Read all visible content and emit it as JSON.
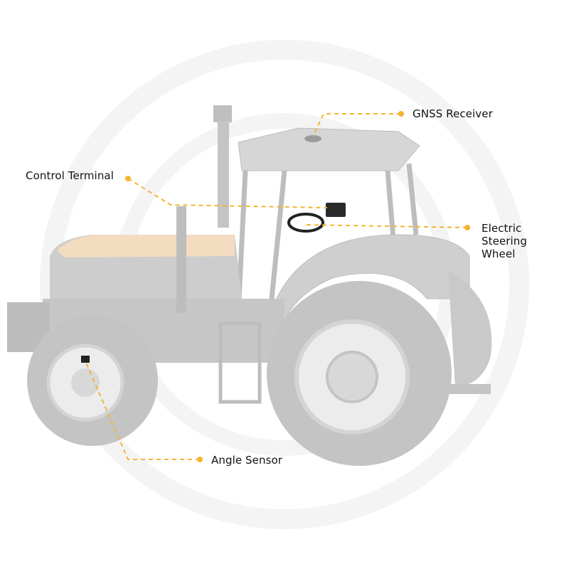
{
  "colors": {
    "accent": "#f5b431",
    "tractor_body": "#c9c9c9",
    "hood": "#f3dcc0",
    "watermark": "#f3f3f3"
  },
  "labels": {
    "gnss": "GNSS Receiver",
    "control_terminal": "Control Terminal",
    "steering_line1": "Electric Steering",
    "steering_line2": "Wheel",
    "angle_sensor": "Angle Sensor"
  }
}
